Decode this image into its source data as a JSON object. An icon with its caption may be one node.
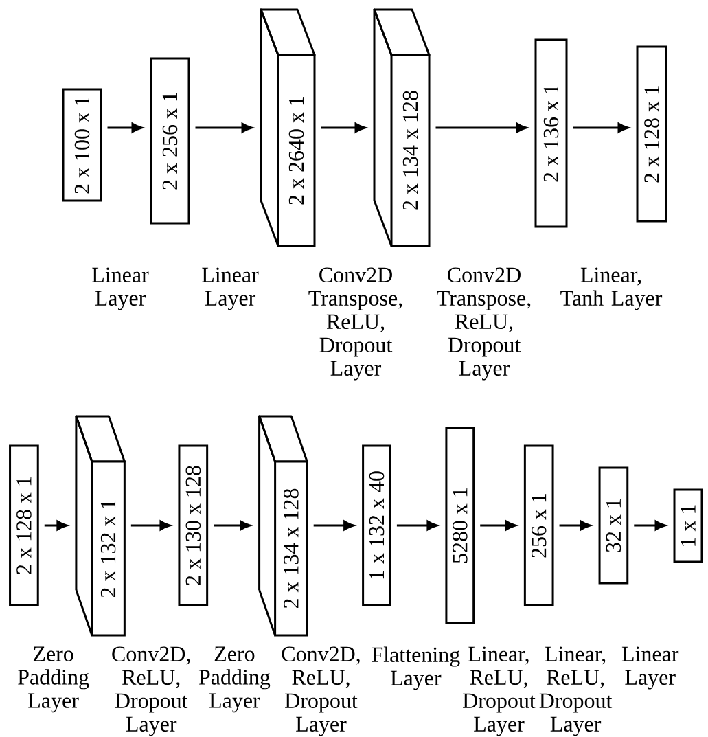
{
  "diagram": {
    "nodes": [
      {
        "text": [
          "2 x 100 x 1"
        ]
      },
      {
        "text": [
          "2 x 256 x 1"
        ]
      },
      {
        "text": [
          "2 x 2640 x 1"
        ]
      },
      {
        "text": [
          "2 x 134 x 128"
        ]
      },
      {
        "text": [
          "2 x 136 x 1"
        ]
      },
      {
        "text": [
          "2 x 128 x 1"
        ]
      },
      {
        "text": [
          "2 x 128 x 1"
        ]
      },
      {
        "text": [
          "2 x 132 x 1"
        ]
      },
      {
        "text": [
          "2 x 130 x 128"
        ]
      },
      {
        "text": [
          "2 x 134 x 128"
        ]
      },
      {
        "text": [
          "1 x 132 x 40"
        ]
      },
      {
        "text": [
          "5280 x 1"
        ]
      },
      {
        "text": [
          "256 x 1"
        ]
      },
      {
        "text": [
          "32 x 1"
        ]
      },
      {
        "text": [
          "1 x 1"
        ]
      }
    ],
    "edges": [
      {
        "from": 0,
        "to": 1,
        "arrow": "to"
      },
      {
        "from": 1,
        "to": 2,
        "arrow": "to"
      },
      {
        "from": 2,
        "to": 3,
        "arrow": "to"
      },
      {
        "from": 3,
        "to": 4,
        "arrow": "to"
      },
      {
        "from": 4,
        "to": 5,
        "arrow": "to"
      },
      {
        "from": 6,
        "to": 7,
        "arrow": "to"
      },
      {
        "from": 7,
        "to": 8,
        "arrow": "to"
      },
      {
        "from": 8,
        "to": 9,
        "arrow": "to"
      },
      {
        "from": 9,
        "to": 10,
        "arrow": "to"
      },
      {
        "from": 10,
        "to": 11,
        "arrow": "to"
      },
      {
        "from": 11,
        "to": 12,
        "arrow": "to"
      },
      {
        "from": 12,
        "to": 13,
        "arrow": "to"
      },
      {
        "from": 13,
        "to": 14,
        "arrow": "to"
      }
    ],
    "labels": [
      "Linear Layer",
      "Linear Layer",
      "Conv2D Transpose, ReLU, Dropout Layer",
      "Conv2D Transpose, ReLU, Dropout Layer",
      "Linear, Tanh Layer",
      "Zero Padding Layer",
      "Conv2D, ReLU, Dropout Layer",
      "Zero Padding Layer",
      "Conv2D, ReLU, Dropout Layer",
      "Flattening Layer",
      "Linear, ReLU, Dropout Layer",
      "Linear, ReLU, Dropout Layer",
      "Linear Layer"
    ]
  }
}
